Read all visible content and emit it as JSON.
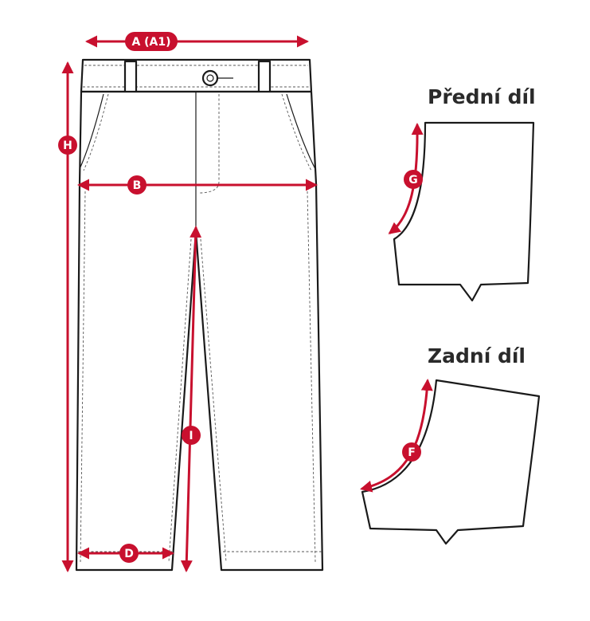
{
  "titles": {
    "front_panel": "Přední díl",
    "back_panel": "Zadní díl"
  },
  "labels": {
    "a": "A (A1)",
    "b": "B",
    "d": "D",
    "f": "F",
    "g": "G",
    "h": "H",
    "i": "I"
  },
  "colors": {
    "accent": "#c8102e",
    "line": "#1a1a1a"
  }
}
